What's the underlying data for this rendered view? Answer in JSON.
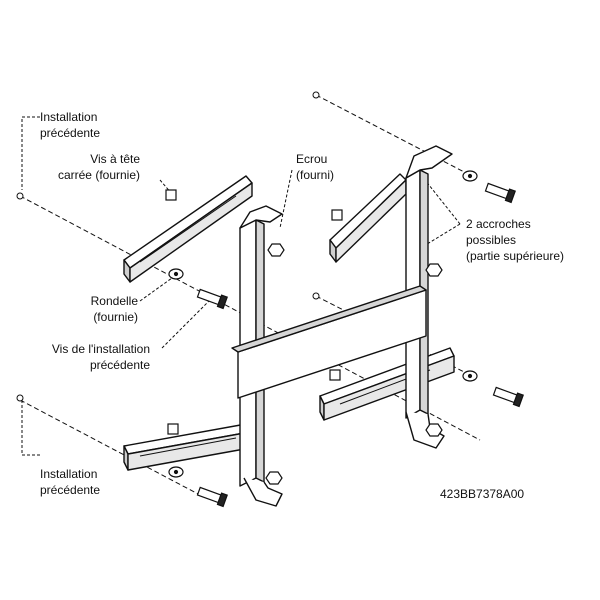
{
  "labels": {
    "installation_top": [
      "Installation",
      "précédente"
    ],
    "vis_tete": [
      "Vis à tête",
      "carrée (fournie)"
    ],
    "ecrou": [
      "Ecrou",
      "(fourni)"
    ],
    "accroches": [
      "2 accroches",
      "possibles",
      "(partie supérieure)"
    ],
    "rondelle": [
      "Rondelle",
      "(fournie)"
    ],
    "vis_installation": [
      "Vis de l'installation",
      "précédente"
    ],
    "installation_bottom": [
      "Installation",
      "précédente"
    ]
  },
  "reference": "423BB7378A00",
  "colors": {
    "line": "#111111",
    "shade": "#cfcfcf",
    "metal": "#ffffff"
  }
}
